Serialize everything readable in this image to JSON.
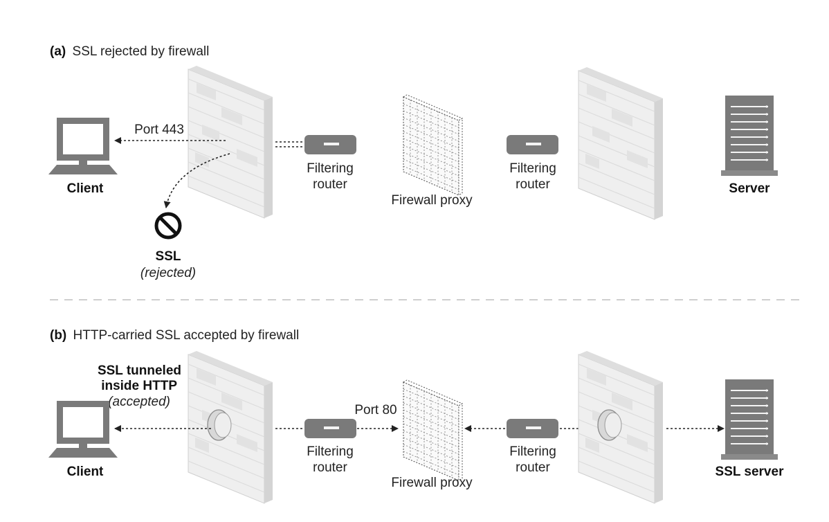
{
  "panel_a": {
    "marker": "(a)",
    "title": "SSL rejected by firewall",
    "client_label": "Client",
    "port_label": "Port 443",
    "router1_label_line1": "Filtering",
    "router1_label_line2": "router",
    "proxy_label": "Firewall proxy",
    "router2_label_line1": "Filtering",
    "router2_label_line2": "router",
    "server_label": "Server",
    "ssl_label": "SSL",
    "ssl_status": "(rejected)"
  },
  "panel_b": {
    "marker": "(b)",
    "title": "HTTP-carried SSL accepted by firewall",
    "tunnel_line1": "SSL tunneled",
    "tunnel_line2": "inside HTTP",
    "tunnel_status": "(accepted)",
    "client_label": "Client",
    "router1_label_line1": "Filtering",
    "router1_label_line2": "router",
    "port_label": "Port 80",
    "proxy_label": "Firewall proxy",
    "router2_label_line1": "Filtering",
    "router2_label_line2": "router",
    "server_label": "SSL server"
  }
}
